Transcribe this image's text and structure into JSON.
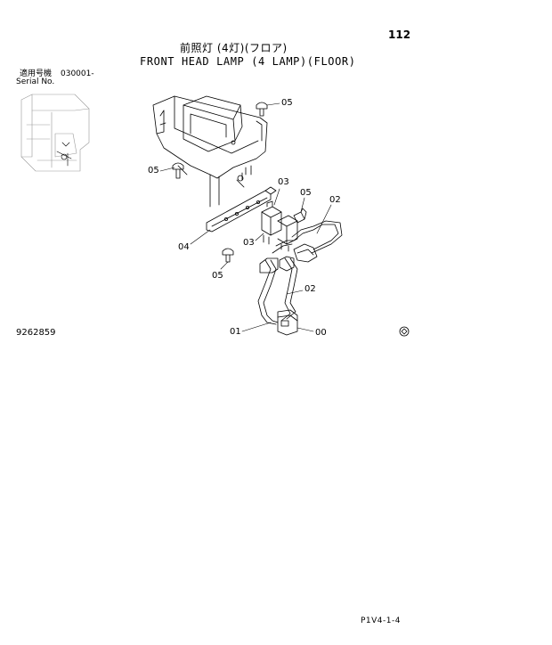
{
  "page": {
    "number": "112",
    "footer_code": "P1V4-1-4"
  },
  "title": {
    "japanese": "前照灯 (4灯)(フロア)",
    "english": "FRONT HEAD LAMP (4 LAMP)(FLOOR)"
  },
  "serial": {
    "label_jp": "適用号機",
    "label_en": "Serial No.",
    "value": "030001-"
  },
  "figure_ref": "9262859",
  "callouts": [
    {
      "id": "c05a",
      "label": "05"
    },
    {
      "id": "c05b",
      "label": "05"
    },
    {
      "id": "c03a",
      "label": "03"
    },
    {
      "id": "c05c",
      "label": "05"
    },
    {
      "id": "c02a",
      "label": "02"
    },
    {
      "id": "c04",
      "label": "04"
    },
    {
      "id": "c03b",
      "label": "03"
    },
    {
      "id": "c05d",
      "label": "05"
    },
    {
      "id": "c02b",
      "label": "02"
    },
    {
      "id": "c01",
      "label": "01"
    },
    {
      "id": "c00",
      "label": "00"
    }
  ]
}
